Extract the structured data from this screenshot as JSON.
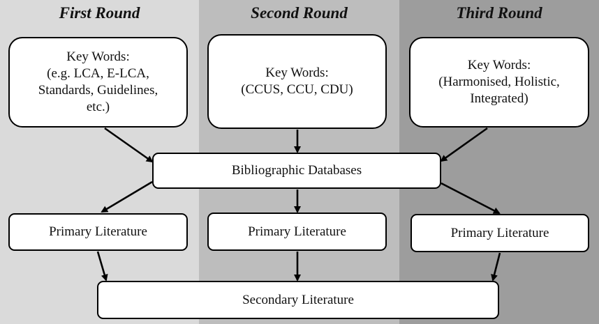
{
  "rounds": [
    {
      "title": "First Round",
      "keywords": {
        "lines": [
          "Key Words:",
          "(e.g. LCA, E-LCA,",
          "Standards, Guidelines,",
          "etc.)"
        ]
      },
      "primary": "Primary Literature"
    },
    {
      "title": "Second Round",
      "keywords": {
        "lines": [
          "Key Words:",
          "(CCUS, CCU, CDU)"
        ]
      },
      "primary": "Primary Literature"
    },
    {
      "title": "Third Round",
      "keywords": {
        "lines": [
          "Key Words:",
          "(Harmonised, Holistic,",
          "Integrated)"
        ]
      },
      "primary": "Primary Literature"
    }
  ],
  "databases": "Bibliographic Databases",
  "secondary": "Secondary Literature",
  "colors": {
    "round1_bg": "#dadada",
    "round2_bg": "#bdbdbd",
    "round3_bg": "#9d9d9d",
    "box_fill": "#ffffff",
    "stroke": "#000000"
  }
}
